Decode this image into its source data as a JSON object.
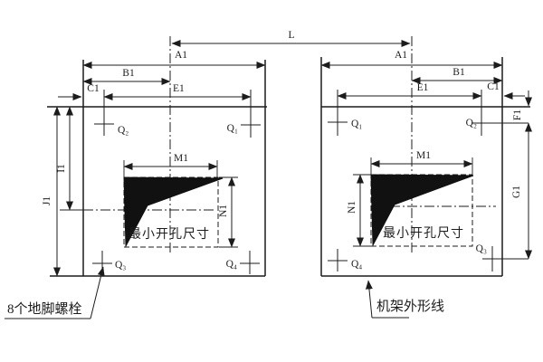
{
  "colors": {
    "ink": "#1c1c1c",
    "background": "#ffffff",
    "opening_fill": "#111111"
  },
  "labels": {
    "l": "L",
    "a1_l": "A1",
    "a1_r": "A1",
    "b1_l": "B1",
    "b1_r": "B1",
    "c1_l": "C1",
    "c1_r": "C1",
    "e1_l": "E1",
    "e1_r": "E1",
    "i1": "I1",
    "j1": "J1",
    "m1_l": "M1",
    "m1_r": "M1",
    "n1_l": "N1",
    "n1_r": "N1",
    "f1": "F1",
    "g1": "G1"
  },
  "bolts": {
    "lb_tl": "Q₂",
    "lb_tr": "Q₁",
    "lb_bl": "Q₃",
    "lb_br": "Q₄",
    "rb_tl": "Q₁",
    "rb_tr": "Q₂",
    "rb_bl": "Q₄",
    "rb_br": "Q₃"
  },
  "annotations": {
    "min_opening_left": "最小开孔尺寸",
    "min_opening_right": "最小开孔尺寸",
    "anchor_bolts_label": "8个地脚螺栓",
    "frame_outline_label": "机架外形线"
  }
}
